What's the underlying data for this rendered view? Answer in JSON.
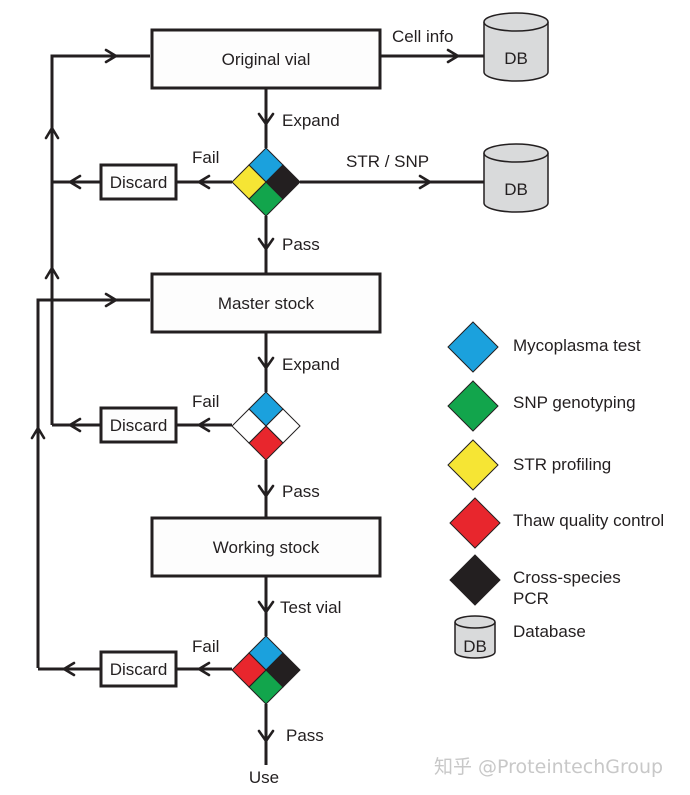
{
  "nodes": {
    "original_vial": "Original vial",
    "master_stock": "Master stock",
    "working_stock": "Working stock",
    "discard": "Discard",
    "use": "Use",
    "db": "DB"
  },
  "edges": {
    "cell_info": "Cell info",
    "expand": "Expand",
    "fail": "Fail",
    "pass": "Pass",
    "str_snp": "STR / SNP",
    "test_vial": "Test vial"
  },
  "colors": {
    "mycoplasma": "#1ba1dd",
    "snp": "#12a54c",
    "str": "#f6e534",
    "thaw": "#e8262d",
    "cross_species": "#231f20",
    "empty": "#ffffff",
    "database": "#d9dadb"
  },
  "legend": {
    "items": [
      {
        "label": "Mycoplasma test",
        "icon": "blue-diamond"
      },
      {
        "label": "SNP genotyping",
        "icon": "green-diamond"
      },
      {
        "label": "STR profiling",
        "icon": "yellow-diamond"
      },
      {
        "label": "Thaw quality control",
        "icon": "red-diamond"
      },
      {
        "label_line1": "Cross-species",
        "label_line2": "PCR",
        "icon": "black-diamond"
      },
      {
        "label": "Database",
        "icon": "database-cylinder"
      }
    ]
  },
  "watermark": "知乎 @ProteintechGroup"
}
